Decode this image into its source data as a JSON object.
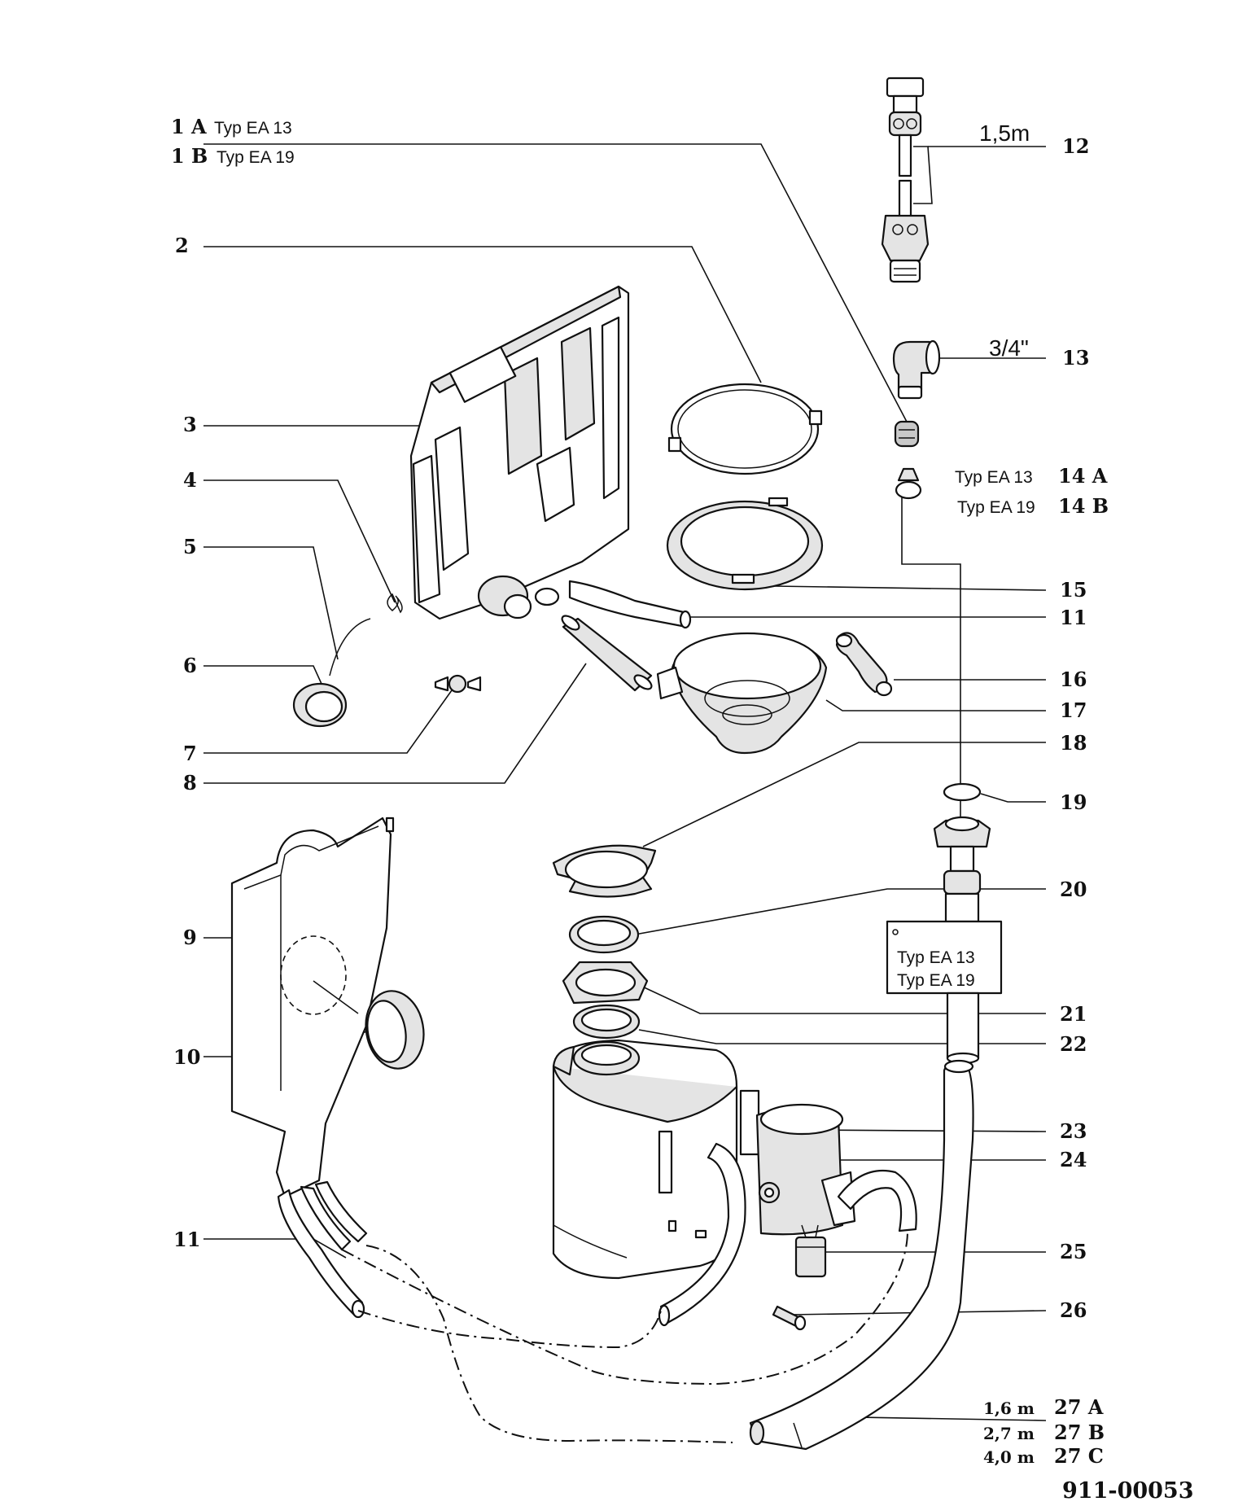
{
  "drawing_number": "911-00053",
  "labels": {
    "p1a": {
      "num": "1 A",
      "text": "Typ EA 13"
    },
    "p1b": {
      "num": "1 B",
      "text": "Typ EA 19"
    },
    "p2": "2",
    "p3": "3",
    "p4": "4",
    "p5": "5",
    "p6": "6",
    "p7": "7",
    "p8": "8",
    "p9": "9",
    "p10": "10",
    "p11_left": "11",
    "p11_right": "11",
    "p12": {
      "num": "12",
      "dim": "1,5m"
    },
    "p13": {
      "num": "13",
      "dim": "3/4\""
    },
    "p14a": {
      "num": "14 A",
      "text": "Typ EA 13"
    },
    "p14b": {
      "num": "14 B",
      "text": "Typ EA 19"
    },
    "p15": "15",
    "p16": "16",
    "p17": "17",
    "p18": "18",
    "p19": "19",
    "p20": "20",
    "p21": "21",
    "p22": "22",
    "p23": "23",
    "p24": "24",
    "p25": "25",
    "p26": "26",
    "p27a": {
      "len": "1,6 m",
      "num": "27 A"
    },
    "p27b": {
      "len": "2,7 m",
      "num": "27 B"
    },
    "p27c": {
      "len": "4,0 m",
      "num": "27 C"
    }
  },
  "box_label": {
    "line1": "Typ EA 13",
    "line2": "Typ EA 19"
  }
}
